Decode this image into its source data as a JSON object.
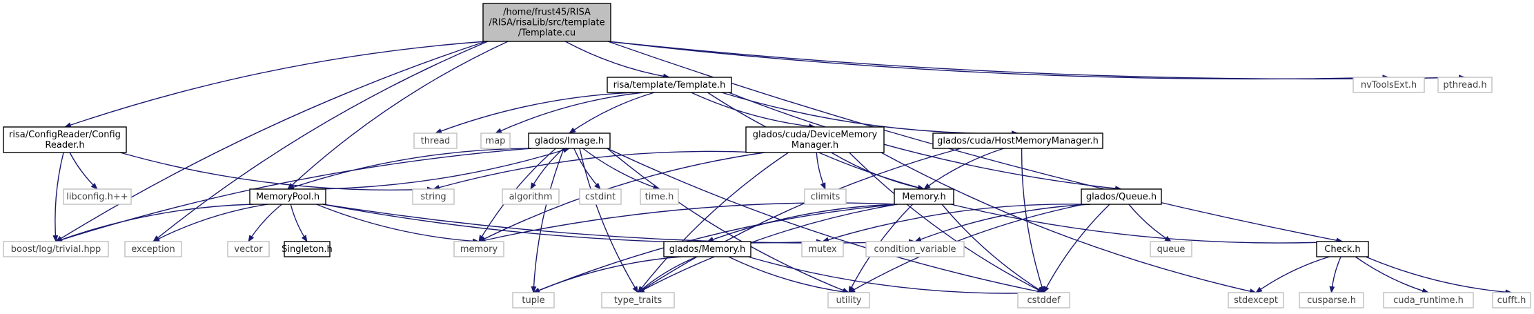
{
  "colors": {
    "edge": "#191970",
    "root_fill": "#bfbfbf",
    "root_border": "#000000",
    "documented_border": "#000000",
    "external_border": "#bfbfbf",
    "node_fill": "#ffffff",
    "text_dark": "#000000",
    "text_grey": "#404040"
  },
  "nodes": [
    {
      "id": "root",
      "kind": "root",
      "lines": [
        "/home/frust45/RISA",
        "/RISA/risaLib/src/template",
        "/Template.cu"
      ]
    },
    {
      "id": "template_h",
      "kind": "documented",
      "lines": [
        "risa/template/Template.h"
      ]
    },
    {
      "id": "nvtoolsext",
      "kind": "external",
      "lines": [
        "nvToolsExt.h"
      ]
    },
    {
      "id": "pthread",
      "kind": "external",
      "lines": [
        "pthread.h"
      ]
    },
    {
      "id": "configreader",
      "kind": "documented",
      "lines": [
        "risa/ConfigReader/Config",
        "Reader.h"
      ]
    },
    {
      "id": "thread",
      "kind": "external",
      "lines": [
        "thread"
      ]
    },
    {
      "id": "map",
      "kind": "external",
      "lines": [
        "map"
      ]
    },
    {
      "id": "image_h",
      "kind": "documented",
      "lines": [
        "glados/Image.h"
      ]
    },
    {
      "id": "devmem",
      "kind": "documented",
      "lines": [
        "glados/cuda/DeviceMemory",
        "Manager.h"
      ]
    },
    {
      "id": "hostmem",
      "kind": "documented",
      "lines": [
        "glados/cuda/HostMemoryManager.h"
      ]
    },
    {
      "id": "libconfig",
      "kind": "external",
      "lines": [
        "libconfig.h++"
      ]
    },
    {
      "id": "string",
      "kind": "external",
      "lines": [
        "string"
      ]
    },
    {
      "id": "algorithm",
      "kind": "external",
      "lines": [
        "algorithm"
      ]
    },
    {
      "id": "cstdint",
      "kind": "external",
      "lines": [
        "cstdint"
      ]
    },
    {
      "id": "time_h",
      "kind": "external",
      "lines": [
        "time.h"
      ]
    },
    {
      "id": "climits",
      "kind": "external",
      "lines": [
        "climits"
      ]
    },
    {
      "id": "memory_h",
      "kind": "documented",
      "lines": [
        "Memory.h"
      ]
    },
    {
      "id": "queue_h",
      "kind": "documented",
      "lines": [
        "glados/Queue.h"
      ]
    },
    {
      "id": "memorypool",
      "kind": "documented",
      "lines": [
        "MemoryPool.h"
      ]
    },
    {
      "id": "boostlog",
      "kind": "external",
      "lines": [
        "boost/log/trivial.hpp"
      ]
    },
    {
      "id": "exception",
      "kind": "external",
      "lines": [
        "exception"
      ]
    },
    {
      "id": "vector",
      "kind": "external",
      "lines": [
        "vector"
      ]
    },
    {
      "id": "singleton",
      "kind": "documented",
      "lines": [
        "Singleton.h"
      ]
    },
    {
      "id": "memory",
      "kind": "external",
      "lines": [
        "memory"
      ]
    },
    {
      "id": "mutex",
      "kind": "external",
      "lines": [
        "mutex"
      ]
    },
    {
      "id": "condvar",
      "kind": "external",
      "lines": [
        "condition_variable"
      ]
    },
    {
      "id": "gladosmem",
      "kind": "documented",
      "lines": [
        "glados/Memory.h"
      ]
    },
    {
      "id": "queue",
      "kind": "external",
      "lines": [
        "queue"
      ]
    },
    {
      "id": "check_h",
      "kind": "documented",
      "lines": [
        "Check.h"
      ]
    },
    {
      "id": "tuple",
      "kind": "external",
      "lines": [
        "tuple"
      ]
    },
    {
      "id": "type_traits",
      "kind": "external",
      "lines": [
        "type_traits"
      ]
    },
    {
      "id": "utility",
      "kind": "external",
      "lines": [
        "utility"
      ]
    },
    {
      "id": "cstddef",
      "kind": "external",
      "lines": [
        "cstddef"
      ]
    },
    {
      "id": "stdexcept",
      "kind": "external",
      "lines": [
        "stdexcept"
      ]
    },
    {
      "id": "cusparse",
      "kind": "external",
      "lines": [
        "cusparse.h"
      ]
    },
    {
      "id": "cuda_runtime",
      "kind": "external",
      "lines": [
        "cuda_runtime.h"
      ]
    },
    {
      "id": "cufft",
      "kind": "external",
      "lines": [
        "cufft.h"
      ]
    }
  ],
  "edges": [
    [
      "root",
      "template_h"
    ],
    [
      "root",
      "nvtoolsext"
    ],
    [
      "root",
      "pthread"
    ],
    [
      "root",
      "configreader"
    ],
    [
      "root",
      "memorypool"
    ],
    [
      "root",
      "boostlog"
    ],
    [
      "root",
      "exception"
    ],
    [
      "root",
      "check_h"
    ],
    [
      "template_h",
      "thread"
    ],
    [
      "template_h",
      "map"
    ],
    [
      "template_h",
      "image_h"
    ],
    [
      "template_h",
      "devmem"
    ],
    [
      "template_h",
      "hostmem"
    ],
    [
      "template_h",
      "memory_h"
    ],
    [
      "template_h",
      "queue_h"
    ],
    [
      "configreader",
      "libconfig"
    ],
    [
      "configreader",
      "string"
    ],
    [
      "configreader",
      "boostlog"
    ],
    [
      "image_h",
      "algorithm"
    ],
    [
      "image_h",
      "cstdint"
    ],
    [
      "image_h",
      "time_h"
    ],
    [
      "image_h",
      "memory"
    ],
    [
      "image_h",
      "memorypool"
    ],
    [
      "image_h",
      "boostlog"
    ],
    [
      "image_h",
      "tuple"
    ],
    [
      "image_h",
      "type_traits"
    ],
    [
      "image_h",
      "utility"
    ],
    [
      "image_h",
      "cstddef"
    ],
    [
      "devmem",
      "string"
    ],
    [
      "devmem",
      "climits"
    ],
    [
      "devmem",
      "memory_h"
    ],
    [
      "devmem",
      "memory"
    ],
    [
      "devmem",
      "type_traits"
    ],
    [
      "devmem",
      "cstddef"
    ],
    [
      "devmem",
      "stdexcept"
    ],
    [
      "hostmem",
      "memory_h"
    ],
    [
      "hostmem",
      "type_traits"
    ],
    [
      "hostmem",
      "cstddef"
    ],
    [
      "memorypool",
      "boostlog"
    ],
    [
      "memorypool",
      "exception"
    ],
    [
      "memorypool",
      "vector"
    ],
    [
      "memorypool",
      "singleton"
    ],
    [
      "memorypool",
      "memory"
    ],
    [
      "memorypool",
      "mutex"
    ],
    [
      "memorypool",
      "condvar"
    ],
    [
      "memorypool",
      "image_h"
    ],
    [
      "memory_h",
      "gladosmem"
    ],
    [
      "memory_h",
      "memory"
    ],
    [
      "memory_h",
      "check_h"
    ],
    [
      "memory_h",
      "tuple"
    ],
    [
      "memory_h",
      "type_traits"
    ],
    [
      "memory_h",
      "utility"
    ],
    [
      "memory_h",
      "cstddef"
    ],
    [
      "queue_h",
      "mutex"
    ],
    [
      "queue_h",
      "condvar"
    ],
    [
      "queue_h",
      "queue"
    ],
    [
      "queue_h",
      "utility"
    ],
    [
      "queue_h",
      "cstddef"
    ],
    [
      "gladosmem",
      "tuple"
    ],
    [
      "gladosmem",
      "type_traits"
    ],
    [
      "gladosmem",
      "utility"
    ],
    [
      "gladosmem",
      "cstddef"
    ],
    [
      "check_h",
      "stdexcept"
    ],
    [
      "check_h",
      "cusparse"
    ],
    [
      "check_h",
      "cuda_runtime"
    ],
    [
      "check_h",
      "cufft"
    ]
  ]
}
